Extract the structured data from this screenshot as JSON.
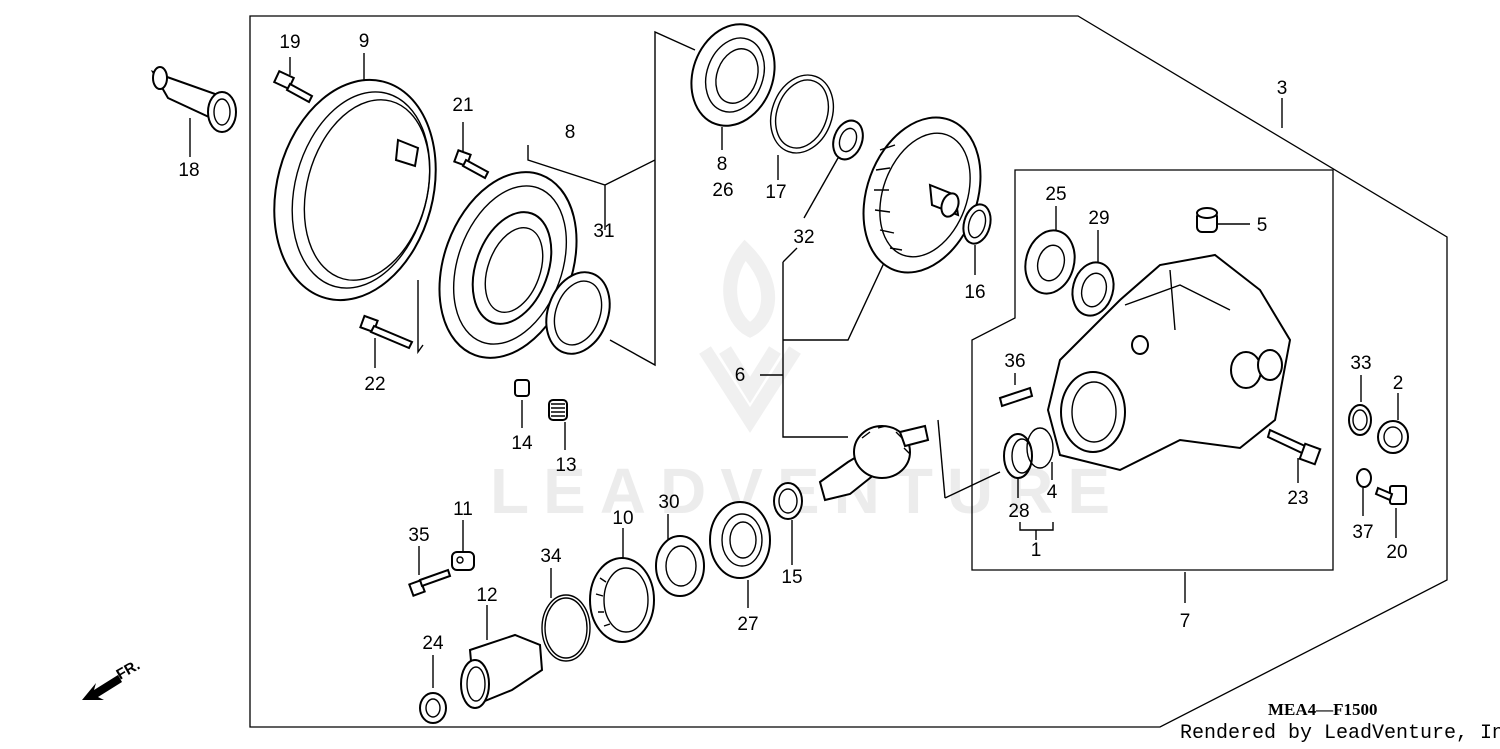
{
  "diagram": {
    "callouts": [
      {
        "id": "n1",
        "text": "1"
      },
      {
        "id": "n2",
        "text": "2"
      },
      {
        "id": "n3",
        "text": "3"
      },
      {
        "id": "n4",
        "text": "4"
      },
      {
        "id": "n5",
        "text": "5"
      },
      {
        "id": "n6",
        "text": "6"
      },
      {
        "id": "n7",
        "text": "7"
      },
      {
        "id": "n8a",
        "text": "8"
      },
      {
        "id": "n8b",
        "text": "8"
      },
      {
        "id": "n9",
        "text": "9"
      },
      {
        "id": "n10",
        "text": "10"
      },
      {
        "id": "n11",
        "text": "11"
      },
      {
        "id": "n12",
        "text": "12"
      },
      {
        "id": "n13",
        "text": "13"
      },
      {
        "id": "n14",
        "text": "14"
      },
      {
        "id": "n15",
        "text": "15"
      },
      {
        "id": "n16",
        "text": "16"
      },
      {
        "id": "n17",
        "text": "17"
      },
      {
        "id": "n18",
        "text": "18"
      },
      {
        "id": "n19",
        "text": "19"
      },
      {
        "id": "n20",
        "text": "20"
      },
      {
        "id": "n21",
        "text": "21"
      },
      {
        "id": "n22",
        "text": "22"
      },
      {
        "id": "n23",
        "text": "23"
      },
      {
        "id": "n24",
        "text": "24"
      },
      {
        "id": "n25",
        "text": "25"
      },
      {
        "id": "n26",
        "text": "26"
      },
      {
        "id": "n27",
        "text": "27"
      },
      {
        "id": "n28",
        "text": "28"
      },
      {
        "id": "n29",
        "text": "29"
      },
      {
        "id": "n30",
        "text": "30"
      },
      {
        "id": "n31",
        "text": "31"
      },
      {
        "id": "n32",
        "text": "32"
      },
      {
        "id": "n33",
        "text": "33"
      },
      {
        "id": "n34",
        "text": "34"
      },
      {
        "id": "n35",
        "text": "35"
      },
      {
        "id": "n36",
        "text": "36"
      },
      {
        "id": "n37",
        "text": "37"
      }
    ],
    "direction_label": "FR.",
    "diagram_code": "MEA4—F1500",
    "credit": "Rendered by LeadVenture, Inc.",
    "watermark": "LEADVENTURE"
  },
  "colors": {
    "ink": "#000000",
    "paper": "#ffffff"
  }
}
